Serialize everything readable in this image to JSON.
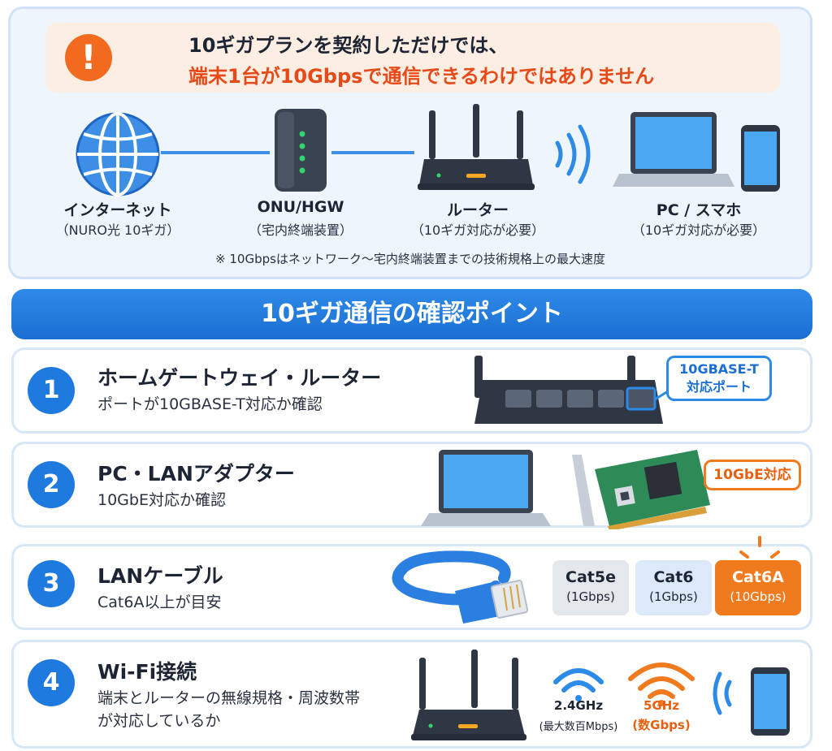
{
  "colors": {
    "accent": "#1f7ae0",
    "warning": "#f26a1f",
    "highlight": "#e64a19",
    "panel": "#eef5fc"
  },
  "warning": {
    "icon": "exclamation-icon",
    "mark": "!",
    "line1": "10ギガプランを契約しただけでは、",
    "line2": "端末1台が10Gbpsで通信できるわけではありません"
  },
  "flow": {
    "nodes": [
      {
        "icon": "globe-icon",
        "title": "インターネット",
        "sub": "（NURO光 10ギガ）"
      },
      {
        "icon": "onu-icon",
        "title": "ONU/HGW",
        "sub": "（宅内終端装置）"
      },
      {
        "icon": "router-icon",
        "title": "ルーター",
        "sub": "（10ギガ対応が必要）"
      },
      {
        "icon": "laptop-phone-icon",
        "title": "PC / スマホ",
        "sub": "（10ギガ対応が必要）"
      }
    ],
    "note": "※ 10Gbpsはネットワーク〜宅内終端装置までの技術規格上の最大速度"
  },
  "section_title": "10ギガ通信の確認ポイント",
  "points": [
    {
      "num": "1",
      "title": "ホームゲートウェイ・ルーター",
      "desc": "ポートが10GBASE-T対応か確認",
      "callout": [
        "10GBASE-T",
        "対応ポート"
      ]
    },
    {
      "num": "2",
      "title": "PC・LANアダプター",
      "desc": "10GbE対応か確認",
      "callout": "10GbE対応"
    },
    {
      "num": "3",
      "title": "LANケーブル",
      "desc": "Cat6A以上が目安",
      "cables": [
        {
          "name": "Cat5e",
          "speed": "(1Gbps)"
        },
        {
          "name": "Cat6",
          "speed": "(1Gbps)"
        },
        {
          "name": "Cat6A",
          "speed": "(10Gbps)"
        }
      ]
    },
    {
      "num": "4",
      "title": "Wi-Fi接続",
      "desc": [
        "端末とルーターの無線規格・周波数帯",
        "が対応しているか"
      ],
      "bands": [
        {
          "freq": "2.4GHz",
          "speed": "(最大数百Mbps)"
        },
        {
          "freq": "5GHz",
          "speed": "(数Gbps)"
        }
      ]
    }
  ]
}
